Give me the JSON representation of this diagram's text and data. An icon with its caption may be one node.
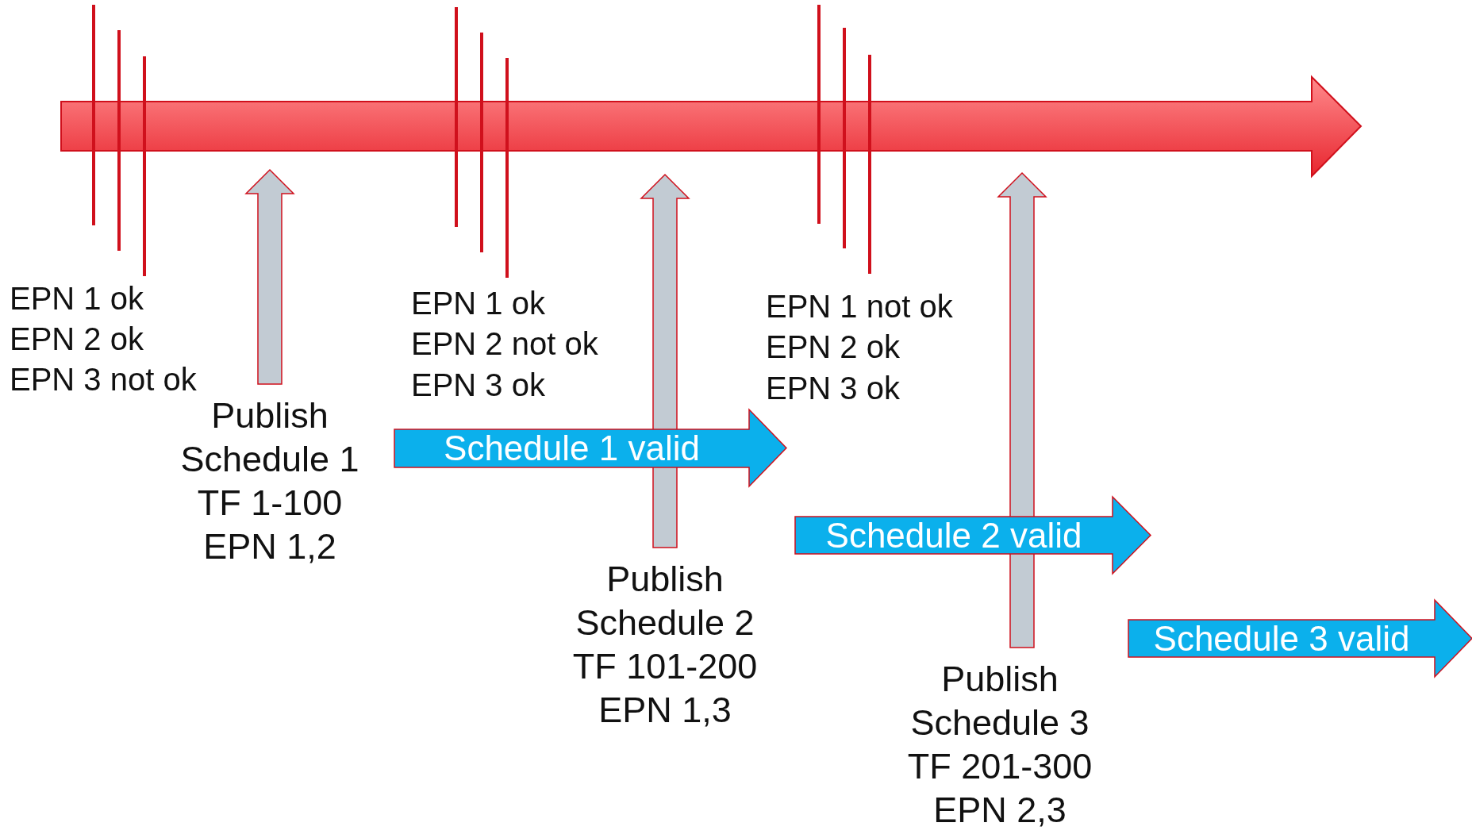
{
  "diagram": {
    "nodes": [
      {
        "text": [
          "Publish Schedule 1 TF 1-100 EPN 1,2"
        ]
      },
      {
        "text": [
          "Publish Schedule 2 TF 101-200 EPN 1,3"
        ]
      },
      {
        "text": [
          "Publish Schedule 3 TF 201-300 EPN 2,3"
        ]
      },
      {
        "text": [
          "Schedule 1 valid"
        ]
      },
      {
        "text": [
          "Schedule 2 valid"
        ]
      },
      {
        "text": [
          "Schedule 3 valid"
        ]
      }
    ],
    "edges": [
      {
        "from": 0,
        "to": null,
        "arrow": "to",
        "style": "thick",
        "color": "#c2cbd3"
      },
      {
        "from": 1,
        "to": null,
        "arrow": "to",
        "style": "thick",
        "color": "#c2cbd3"
      },
      {
        "from": 2,
        "to": null,
        "arrow": "to",
        "style": "thick",
        "color": "#c2cbd3"
      }
    ],
    "labels": [
      "EPN 1 ok",
      "EPN 2 ok",
      "EPN 3 not ok",
      "EPN 1 ok",
      "EPN 2 not ok",
      "EPN 3 ok",
      "EPN 1 not ok",
      "EPN 2 ok",
      "EPN 3 ok"
    ]
  }
}
